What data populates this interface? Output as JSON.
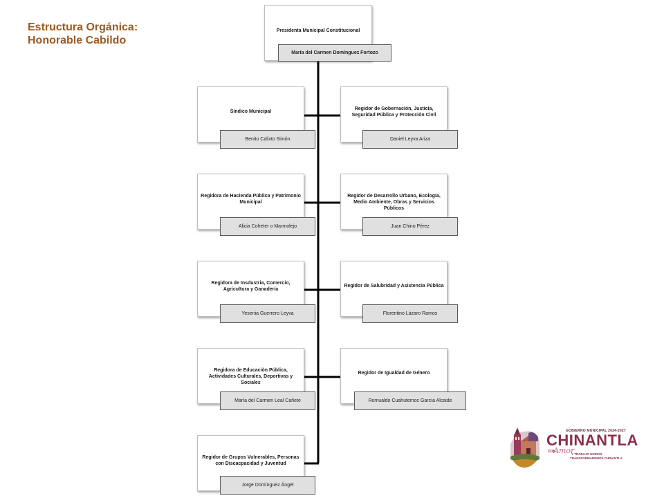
{
  "heading": {
    "line1": "Estructura Orgánica:",
    "line2": "Honorable Cabildo"
  },
  "chart": {
    "root": {
      "role": "Presidenta Municipal Constitucional",
      "name": "María del Carmen Domínguez Fortozo"
    },
    "members": [
      {
        "role": "Síndico Municipal",
        "name": "Benito Calixto Simón"
      },
      {
        "role": "Regidor de Gobernación, Justicia, Seguridad Pública y Protección Civil",
        "name": "Daniel Leyva Ariza"
      },
      {
        "role": "Regidora de Hacienda Pública y Patrimonio Municipal",
        "name": "Alicia Coheter o Marmolejo"
      },
      {
        "role": "Regidor de Desarrollo Urbano, Ecología, Medio Ambiente, Obras y Servicios Públicos",
        "name": "Juan Chino Pérez"
      },
      {
        "role": "Regidora de Insdustria, Comercio, Agricultura y Ganadería",
        "name": "Yesenia Guerrero Leyva"
      },
      {
        "role": "Regidor de Salubridad y Asistencia Pública",
        "name": "Florentino Lázaro Ramos"
      },
      {
        "role": "Regidora de Educación Pública, Actividades Culturales, Deportivas y Sociales",
        "name": "María del Carmen Leal Cañete"
      },
      {
        "role": "Regidor de Igualdad de Género",
        "name": "Romualdo Cuahutemoc García Alcaide"
      },
      {
        "role": "Regidor de Grupos Vulnerables, Personas con Discacpacidad y Juventud",
        "name": "Jorge Domínguez Ángel"
      }
    ]
  },
  "logo": {
    "top_line": "GOBIERNO MUNICIPAL 2024-2027",
    "brand": "CHINANTLA",
    "con": "CON",
    "amor": "Amor",
    "tagline1": "Y TRABAJO UNIDOS",
    "tagline2": "TRANSFORMAREMOS CHINANTLA",
    "colors": {
      "brand": "#8a2f4a",
      "accent": "#c06a86",
      "heading": "#9c5a1e"
    }
  }
}
